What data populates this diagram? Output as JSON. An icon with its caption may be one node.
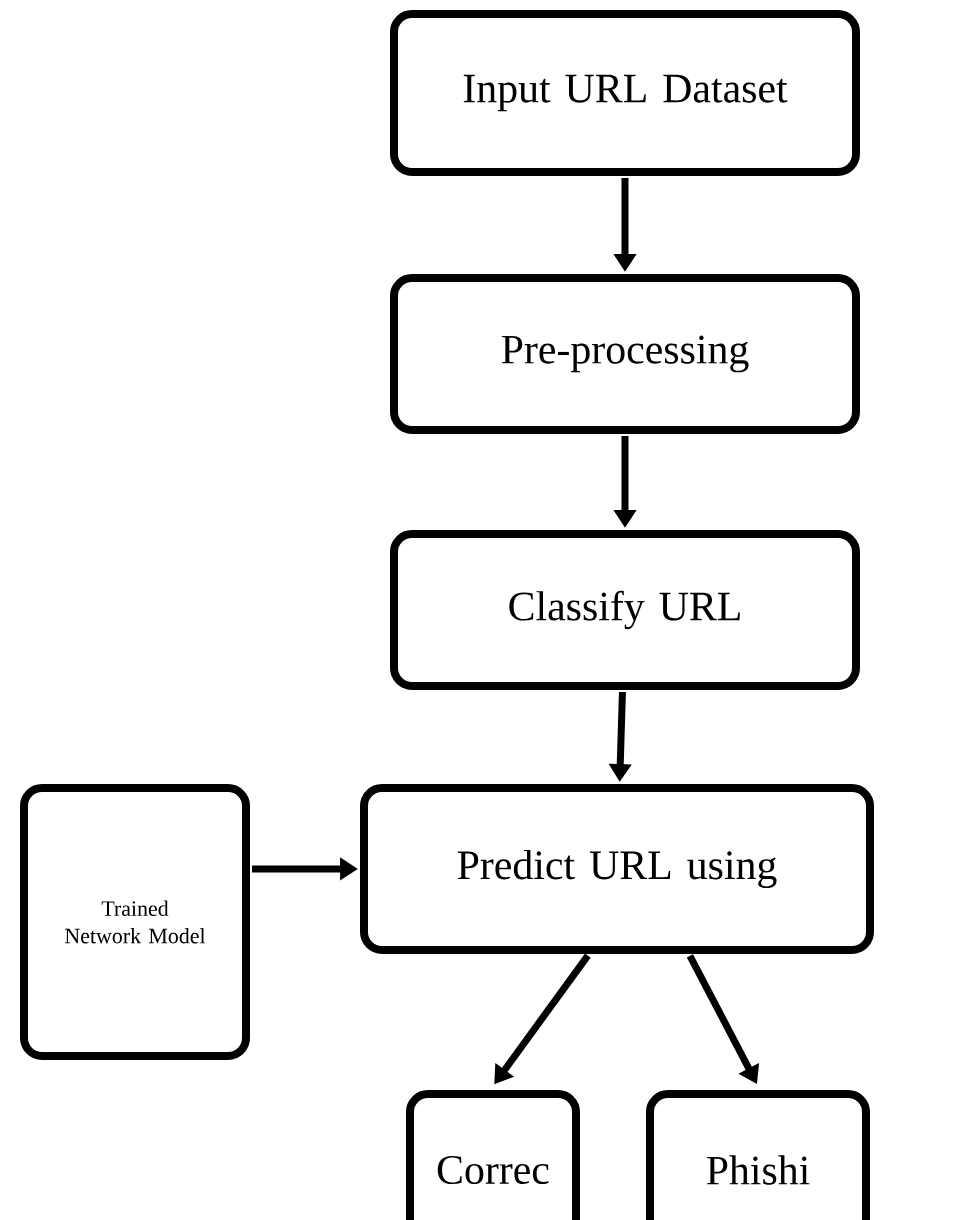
{
  "diagram": {
    "nodes": [
      {
        "text": [
          "Input URL Dataset"
        ]
      },
      {
        "text": [
          "Pre-processing"
        ]
      },
      {
        "text": [
          "Classify URL"
        ]
      },
      {
        "text": [
          "Predict URL using"
        ]
      },
      {
        "text": [
          "Trained Network Model"
        ]
      },
      {
        "text": [
          "Correc"
        ]
      },
      {
        "text": [
          "Phishi"
        ]
      }
    ],
    "edges": [
      {
        "from": 0,
        "to": 1,
        "arrow": "to"
      },
      {
        "from": 1,
        "to": 2,
        "arrow": "to"
      },
      {
        "from": 2,
        "to": 3,
        "arrow": "to"
      },
      {
        "from": 4,
        "to": 3,
        "arrow": "to"
      },
      {
        "from": 3,
        "to": 5,
        "arrow": "to"
      },
      {
        "from": 3,
        "to": 6,
        "arrow": "to"
      }
    ]
  }
}
